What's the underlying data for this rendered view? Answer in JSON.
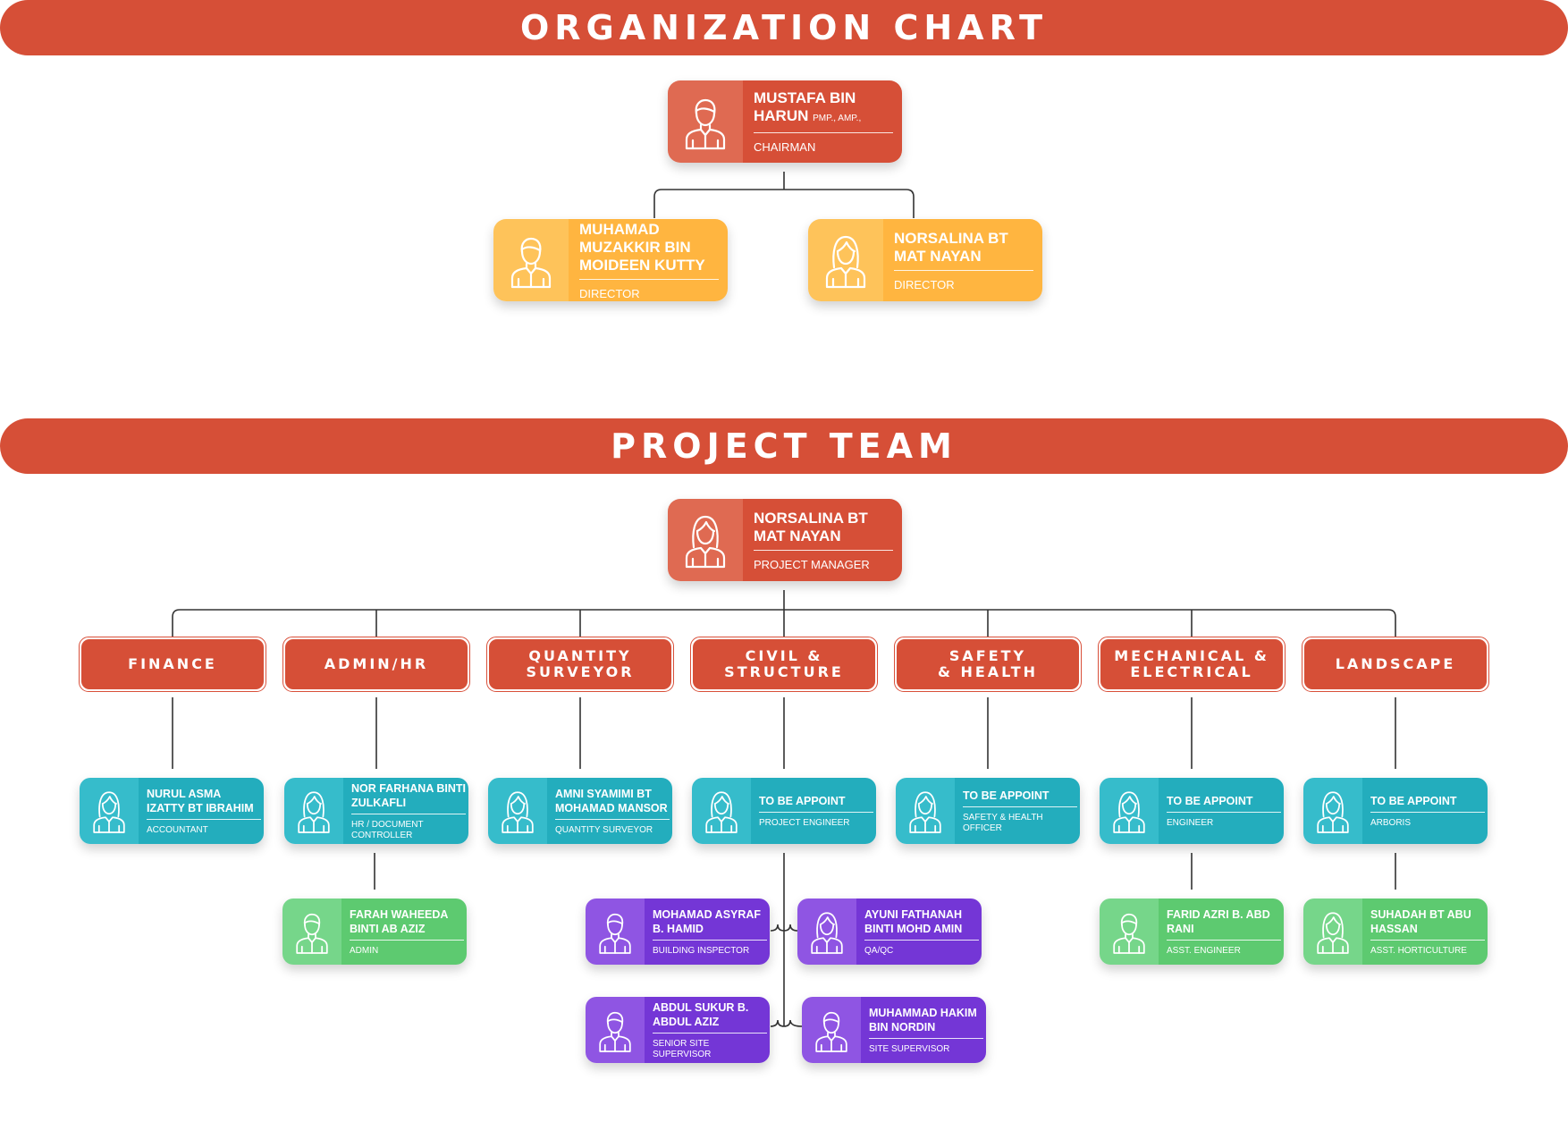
{
  "colors": {
    "banner": "#d64f37",
    "red_avatar": "#df6a52",
    "red_info": "#d64f37",
    "yellow_avatar": "#fec35a",
    "yellow_info": "#ffb540",
    "teal_avatar": "#36bccb",
    "teal_info": "#23adbd",
    "green_avatar": "#76d68a",
    "green_info": "#5dca70",
    "purple_avatar": "#8f55e3",
    "purple_info": "#7436d6",
    "line": "#333333"
  },
  "banners": {
    "org": "ORGANIZATION CHART",
    "team": "PROJECT TEAM"
  },
  "org": {
    "chairman": {
      "name": "MUSTAFA BIN HARUN",
      "suffix": "PMP., AMP.,",
      "role": "CHAIRMAN"
    },
    "director1": {
      "name": "MUHAMAD MUZAKKIR BIN MOIDEEN KUTTY",
      "role": "DIRECTOR"
    },
    "director2": {
      "name": "NORSALINA BT MAT NAYAN",
      "role": "DIRECTOR"
    }
  },
  "team": {
    "pm": {
      "name": "NORSALINA BT MAT NAYAN",
      "role": "PROJECT MANAGER"
    },
    "departments": [
      {
        "line1": "FINANCE",
        "line2": ""
      },
      {
        "line1": "ADMIN/HR",
        "line2": ""
      },
      {
        "line1": "QUANTITY",
        "line2": "SURVEYOR"
      },
      {
        "line1": "CIVIL &",
        "line2": "STRUCTURE"
      },
      {
        "line1": "SAFETY",
        "line2": "& HEALTH"
      },
      {
        "line1": "MECHANICAL &",
        "line2": "ELECTRICAL"
      },
      {
        "line1": "LANDSCAPE",
        "line2": ""
      }
    ],
    "level1": [
      {
        "name": "NURUL ASMA IZATTY BT IBRAHIM",
        "role": "ACCOUNTANT"
      },
      {
        "name": "NOR FARHANA BINTI ZULKAFLI",
        "role": "HR / DOCUMENT CONTROLLER"
      },
      {
        "name": "AMNI SYAMIMI BT MOHAMAD MANSOR",
        "role": "QUANTITY SURVEYOR"
      },
      {
        "name": "TO BE APPOINT",
        "role": "PROJECT ENGINEER"
      },
      {
        "name": "TO BE APPOINT",
        "role": "SAFETY & HEALTH OFFICER"
      },
      {
        "name": "TO BE APPOINT",
        "role": "ENGINEER"
      },
      {
        "name": "TO BE APPOINT",
        "role": "ARBORIS"
      }
    ],
    "level2": [
      {
        "name": "FARAH WAHEEDA BINTI AB AZIZ",
        "role": "ADMIN"
      },
      {
        "name": "FARID AZRI B. ABD RANI",
        "role": "ASST. ENGINEER"
      },
      {
        "name": "SUHADAH BT ABU HASSAN",
        "role": "ASST. HORTICULTURE"
      }
    ],
    "civil": [
      {
        "name": "MOHAMAD ASYRAF B. HAMID",
        "role": "BUILDING INSPECTOR"
      },
      {
        "name": "AYUNI FATHANAH BINTI MOHD AMIN",
        "role": "QA/QC"
      },
      {
        "name": "ABDUL SUKUR B. ABDUL AZIZ",
        "role": "SENIOR SITE SUPERVISOR"
      },
      {
        "name": "MUHAMMAD HAKIM BIN NORDIN",
        "role": "SITE SUPERVISOR"
      }
    ]
  }
}
